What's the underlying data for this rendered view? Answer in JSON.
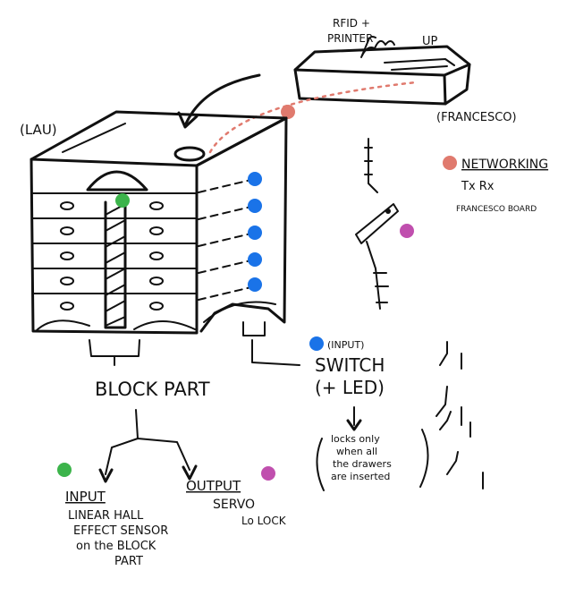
{
  "colors": {
    "salmon": "#e07a6e",
    "blue": "#1a73e8",
    "green": "#3cb44b",
    "magenta": "#c04fae",
    "ink": "#111111"
  },
  "labels": {
    "lau": "(LAU)",
    "rfid_printer_1": "RFID +",
    "rfid_printer_2": "PRINTER",
    "up": "UP",
    "francesco": "(FRANCESCO)",
    "networking": "NETWORKING",
    "tx_rx": "Tx Rx",
    "francesco_board": "FRANCESCO BOARD",
    "block_part": "BLOCK PART",
    "switch_input": "(INPUT)",
    "switch": "SWITCH",
    "switch_led": "(+ LED)",
    "locks_note": [
      "locks only",
      "when all",
      "the drawers",
      "are inserted"
    ],
    "input_title": "INPUT",
    "input_desc": [
      "LINEAR HALL",
      "EFFECT SENSOR",
      "on the BLOCK",
      "PART"
    ],
    "output_title": "OUTPUT",
    "output_desc": "SERVO",
    "lock_note": "Lo LOCK"
  }
}
